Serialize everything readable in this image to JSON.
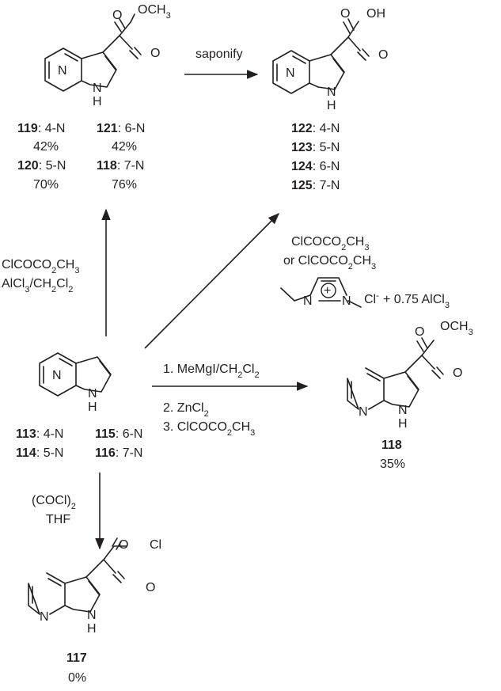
{
  "molecules": {
    "top_left_ester": {
      "ring_label": "N",
      "nh_label": "H",
      "n_label": "N",
      "ester_o": "O",
      "ester_me": "OCH3",
      "keto_o": "O",
      "entries": [
        {
          "num": "119",
          "pos": ": 4-N",
          "yield": "42%"
        },
        {
          "num": "121",
          "pos": ": 6-N",
          "yield": "42%"
        },
        {
          "num": "120",
          "pos": ": 5-N",
          "yield": "70%"
        },
        {
          "num": "118",
          "pos": ": 7-N",
          "yield": "76%"
        }
      ]
    },
    "top_right_acid": {
      "ring_label": "N",
      "nh_label": "H",
      "n_label": "N",
      "acid_o": "O",
      "acid_oh": "OH",
      "keto_o": "O",
      "entries": [
        {
          "num": "122",
          "pos": ": 4-N"
        },
        {
          "num": "123",
          "pos": ": 5-N"
        },
        {
          "num": "124",
          "pos": ": 6-N"
        },
        {
          "num": "125",
          "pos": ": 7-N"
        }
      ]
    },
    "center_indole": {
      "ring_label": "N",
      "nh_label": "H",
      "n_label": "N",
      "entries": [
        {
          "num": "113",
          "pos": ": 4-N"
        },
        {
          "num": "115",
          "pos": ": 6-N"
        },
        {
          "num": "114",
          "pos": ": 5-N"
        },
        {
          "num": "116",
          "pos": ": 7-N"
        }
      ]
    },
    "right_ester_118": {
      "ring_n": "N",
      "nh_label": "H",
      "n_label": "N",
      "ester_o": "O",
      "ester_me": "OCH3",
      "keto_o": "O",
      "num": "118",
      "yield": "35%"
    },
    "bottom_chloride_117": {
      "ring_n": "N",
      "nh_label": "H",
      "n_label": "N",
      "acyl_o": "O",
      "acyl_cl": "Cl",
      "keto_o": "O",
      "num": "117",
      "yield": "0%"
    }
  },
  "conditions": {
    "saponify": "saponify",
    "left_reagent_1": "ClCOCO2CH3",
    "left_reagent_2": "AlCl3/CH2Cl2",
    "diag_reagent_1": "ClCOCO2CH3",
    "diag_reagent_2": "or ClCOCO2CH3",
    "ionic_liquid_anion": "Cl",
    "ionic_liquid_charge": "-",
    "ionic_liquid_plus": "+",
    "ionic_liquid_extra": "+ 0.75 AlCl3",
    "ionic_liquid_n1": "N",
    "ionic_liquid_n2": "N",
    "grignard_step1": "1. MeMgI/CH2Cl2",
    "grignard_step2": "2. ZnCl2",
    "grignard_step3": "3. ClCOCO2CH3",
    "oxalyl_1": "(COCl)2",
    "oxalyl_2": "THF"
  }
}
